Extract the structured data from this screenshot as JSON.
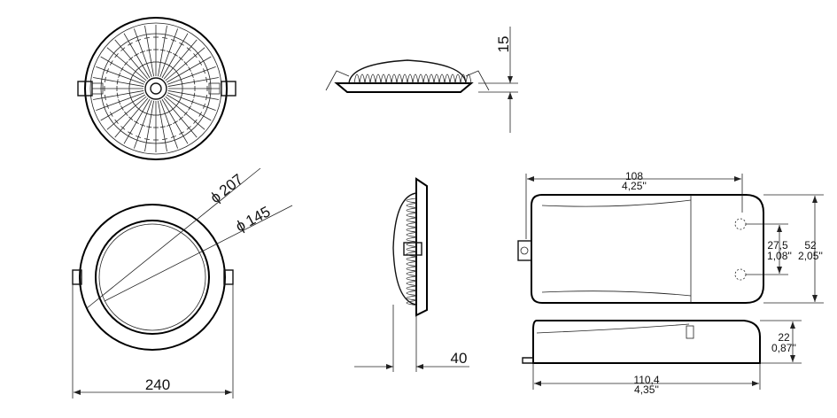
{
  "labels": {
    "depth_rim": "15",
    "diameter_outer": "207",
    "diameter_inner": "145",
    "overall_width": "240",
    "side_depth": "40",
    "driver_length_mm": "108",
    "driver_length_in": "4,25''",
    "driver_hole_spacing_mm": "27,5",
    "driver_hole_spacing_in": "1,08''",
    "driver_width_mm": "52",
    "driver_width_in": "2,05''",
    "driver_height_mm": "22",
    "driver_height_in": "0,87''",
    "driver_total_length_mm": "110,4",
    "driver_total_length_in": "4,35''"
  },
  "symbols": {
    "diameter_symbol": "ϕ"
  }
}
